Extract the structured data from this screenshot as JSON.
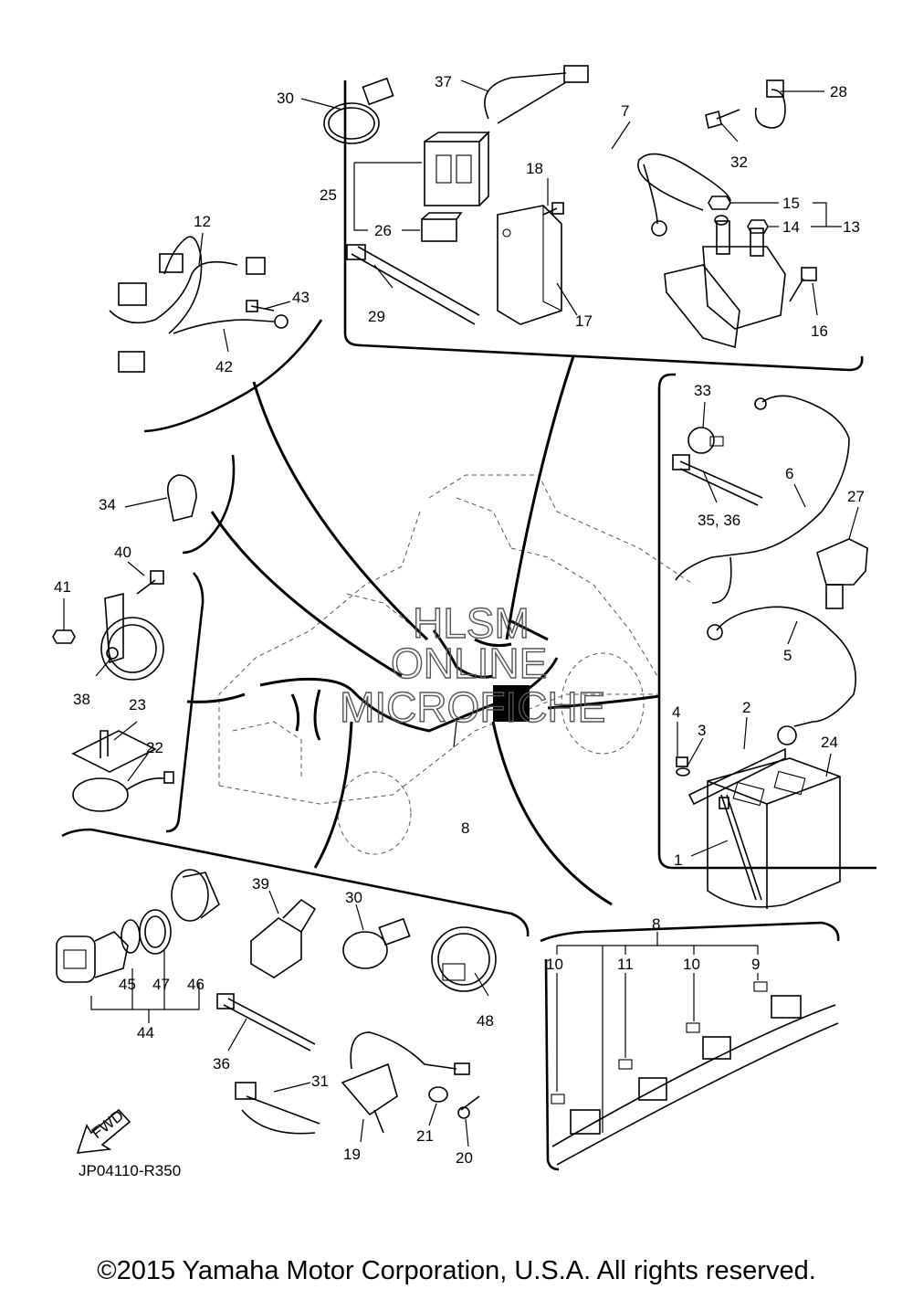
{
  "diagram_code": "JP04110-R350",
  "fwd_label": "FWD",
  "watermark": [
    "HLSM",
    "ONLINE",
    "MICROFICHE"
  ],
  "copyright": "©2015 Yamaha Motor Corporation, U.S.A. All rights reserved.",
  "callouts": {
    "p1": "1",
    "p2": "2",
    "p3": "3",
    "p4": "4",
    "p5": "5",
    "p6": "6",
    "p7": "7",
    "p8_main": "8",
    "p8_detail": "8",
    "p9": "9",
    "p10a": "10",
    "p10b": "10",
    "p11": "11",
    "p12": "12",
    "p13": "13",
    "p14": "14",
    "p15": "15",
    "p16": "16",
    "p17": "17",
    "p18": "18",
    "p19": "19",
    "p20": "20",
    "p21": "21",
    "p22": "22",
    "p23": "23",
    "p24": "24",
    "p25": "25",
    "p26": "26",
    "p27": "27",
    "p28": "28",
    "p29": "29",
    "p30a": "30",
    "p30b": "30",
    "p31": "31",
    "p32": "32",
    "p33": "33",
    "p34": "34",
    "p35_36": "35, 36",
    "p36": "36",
    "p37": "37",
    "p38": "38",
    "p39": "39",
    "p40": "40",
    "p41": "41",
    "p42": "42",
    "p43": "43",
    "p44": "44",
    "p45": "45",
    "p46": "46",
    "p47": "47",
    "p48": "48"
  }
}
